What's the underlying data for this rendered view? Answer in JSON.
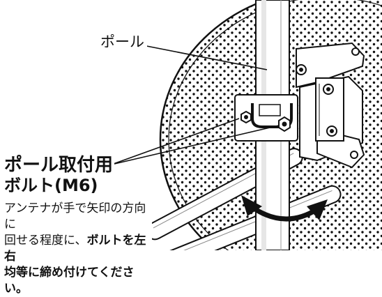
{
  "pole_label": "ポール",
  "bolt_label": {
    "title": "ポール取付用",
    "size": "ボルト(M6)"
  },
  "note": {
    "line1": "アンテナが手で矢印の方向に",
    "line2_plain": "回せる程度に、",
    "line2_bold": "ボルトを左右",
    "line3_bold": "均等に締め付けてください。"
  },
  "icons": [
    "parabolic-dish",
    "mounting-pole",
    "u-bolt-clamp",
    "hex-nut",
    "rotation-arrow"
  ],
  "colors": {
    "line": "#111111",
    "background": "#ffffff"
  }
}
